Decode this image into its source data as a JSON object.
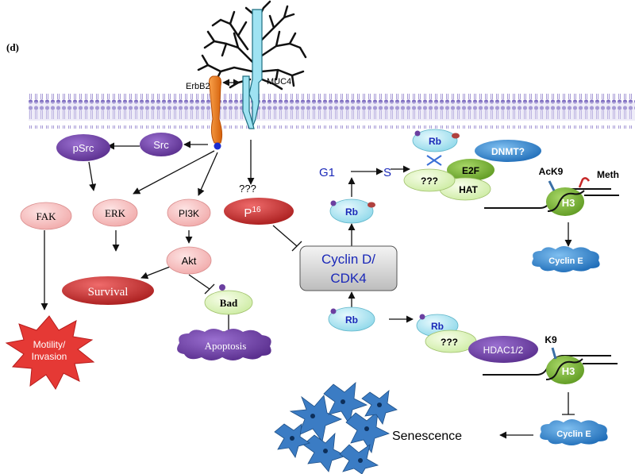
{
  "panel_label": "(d)",
  "labels": {
    "erbb2": "ErbB2",
    "muc4": "MUC4",
    "psrc": "pSrc",
    "src": "Src",
    "fak": "FAK",
    "erk": "ERK",
    "pi3k": "PI3K",
    "unknown_p16": "???",
    "p16_base": "P",
    "p16_sup": "16",
    "akt": "Akt",
    "survival": "Survival",
    "bad": "Bad",
    "apoptosis": "Apoptosis",
    "motility_line1": "Motility/",
    "motility_line2": "Invasion",
    "g1": "G1",
    "s": "S",
    "rb_upper": "Rb",
    "rb_mid": "Rb",
    "rb_lower": "Rb",
    "rb_right_lower": "Rb",
    "dnmt": "DNMT?",
    "e2f": "E2F",
    "unknown_upper": "???",
    "hat": "HAT",
    "ack9": "AcK9",
    "meth": "Meth",
    "h3_upper": "H3",
    "cyclin_e_upper": "Cyclin E",
    "cyclin_d_line1": "Cyclin D/",
    "cyclin_d_line2": "CDK4",
    "unknown_lower": "???",
    "hdac": "HDAC1/2",
    "k9": "K9",
    "h3_lower": "H3",
    "cyclin_e_lower": "Cyclin E",
    "senescence": "Senescence"
  },
  "colors": {
    "membrane_head": "#7d6cc0",
    "membrane_body": "#c9c3e6",
    "purple_node": "#6b3fa0",
    "pink_node": "#f7c6c6",
    "red_node": "#c62828",
    "cyan_node": "#b7ecf7",
    "green_node": "#7fb23b",
    "lightgreen_node": "#e3f7c6",
    "blue_cloud": "#3a8fd6",
    "orange_receptor": "#f07d1a",
    "muc4_receptor": "#9fe3f2",
    "star": "#e53935",
    "senescent_cells": "#3b7cc4"
  }
}
